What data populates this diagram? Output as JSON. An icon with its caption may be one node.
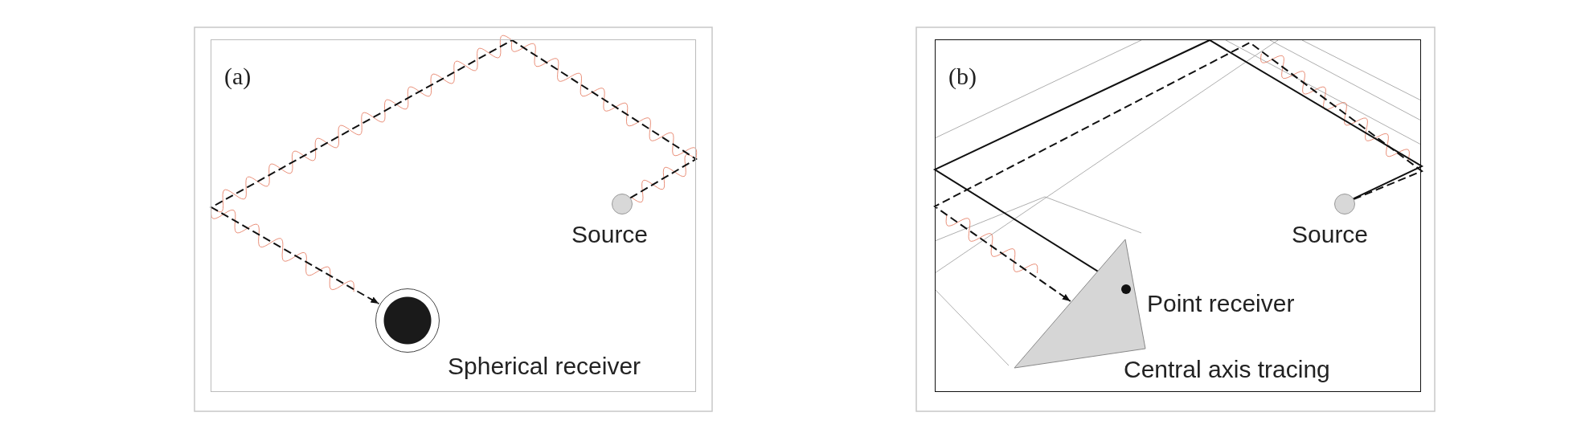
{
  "diagram": {
    "nodes": [
      {
        "text": [
          "(a)"
        ]
      },
      {
        "text": [],
        "shape": "circle",
        "in": 0,
        "beside": [
          "Source"
        ]
      },
      {
        "text": [],
        "shape": "circle",
        "in": 0,
        "beside": [
          "Spherical receiver"
        ]
      },
      {
        "text": [
          "(b)"
        ]
      },
      {
        "text": [],
        "shape": "circle",
        "in": 3,
        "beside": [
          "Source"
        ]
      },
      {
        "text": [],
        "shape": "triangle",
        "in": 3,
        "beside": [
          "Central axis tracing"
        ]
      },
      {
        "text": [],
        "shape": "circle",
        "in": 5,
        "beside": [
          "Point receiver"
        ]
      }
    ],
    "edges": [
      {
        "from": 1,
        "to": 2,
        "arrow": "to",
        "style": "dashed"
      },
      {
        "from": 4,
        "to": 6,
        "arrow": "none"
      },
      {
        "from": 4,
        "to": 5,
        "arrow": "to",
        "style": "dashed"
      }
    ]
  }
}
